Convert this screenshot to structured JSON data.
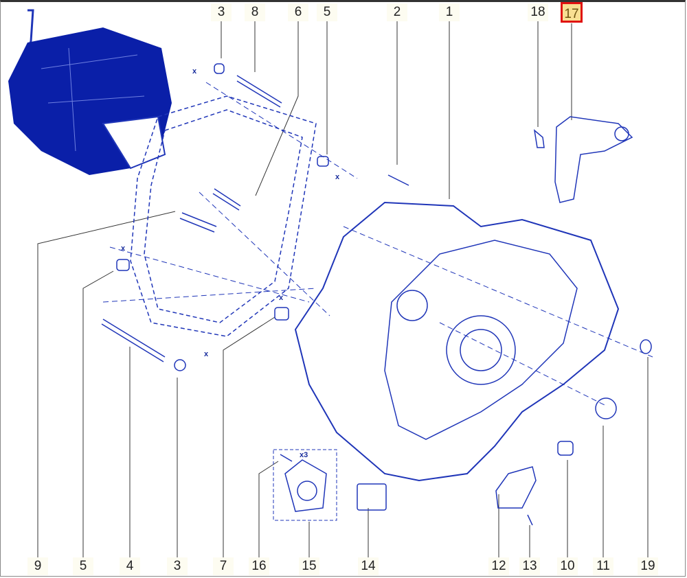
{
  "diagram": {
    "top_labels": [
      "3",
      "8",
      "6",
      "5",
      "2",
      "1",
      "18",
      "17"
    ],
    "bottom_labels": [
      "9",
      "5",
      "4",
      "3",
      "7",
      "16",
      "15",
      "14",
      "12",
      "13",
      "10",
      "11",
      "19"
    ],
    "selected_label": "17",
    "annotations": {
      "x_mark": "x",
      "quantity": "x3"
    },
    "colors": {
      "line": "#1f35b8",
      "thumbnail": "#0a1fa8",
      "highlight_border": "#e01010",
      "highlight_fill": "#f8df93"
    }
  }
}
